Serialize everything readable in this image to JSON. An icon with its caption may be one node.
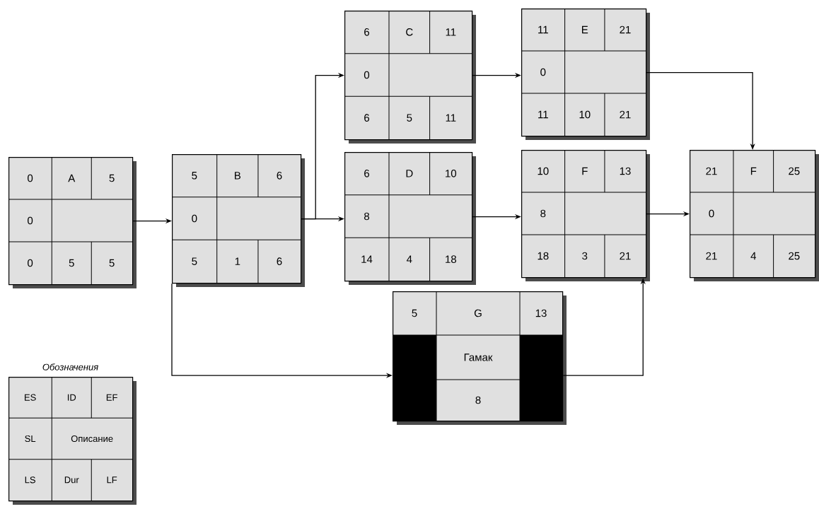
{
  "diagram": {
    "nodes": [
      {
        "text": [
          "0",
          "A",
          "5",
          "0",
          "0",
          "5",
          "5"
        ]
      },
      {
        "text": [
          "5",
          "B",
          "6",
          "0",
          "5",
          "1",
          "6"
        ]
      },
      {
        "text": [
          "6",
          "C",
          "11",
          "0",
          "6",
          "5",
          "11"
        ]
      },
      {
        "text": [
          "11",
          "E",
          "21",
          "0",
          "11",
          "10",
          "21"
        ]
      },
      {
        "text": [
          "6",
          "D",
          "10",
          "8",
          "14",
          "4",
          "18"
        ]
      },
      {
        "text": [
          "10",
          "F",
          "13",
          "8",
          "18",
          "3",
          "21"
        ]
      },
      {
        "text": [
          "21",
          "F",
          "25",
          "0",
          "21",
          "4",
          "25"
        ]
      },
      {
        "text": [
          "5",
          "G",
          "13",
          "Гамак",
          "8"
        ]
      },
      {
        "text": [
          "Обозначения",
          "ES",
          "ID",
          "EF",
          "SL",
          "Описание",
          "LS",
          "Dur",
          "LF"
        ]
      }
    ],
    "edges": [
      {
        "from": 0,
        "to": 1,
        "arrow": "to"
      },
      {
        "from": 1,
        "to": 2,
        "arrow": "to"
      },
      {
        "from": 1,
        "to": 4,
        "arrow": "to"
      },
      {
        "from": 2,
        "to": 3,
        "arrow": "to"
      },
      {
        "from": 4,
        "to": 5,
        "arrow": "to"
      },
      {
        "from": 3,
        "to": 6,
        "arrow": "to"
      },
      {
        "from": 5,
        "to": 6,
        "arrow": "to"
      },
      {
        "from": 1,
        "to": 7,
        "arrow": "to"
      },
      {
        "from": 7,
        "to": 5,
        "arrow": "to"
      }
    ]
  }
}
